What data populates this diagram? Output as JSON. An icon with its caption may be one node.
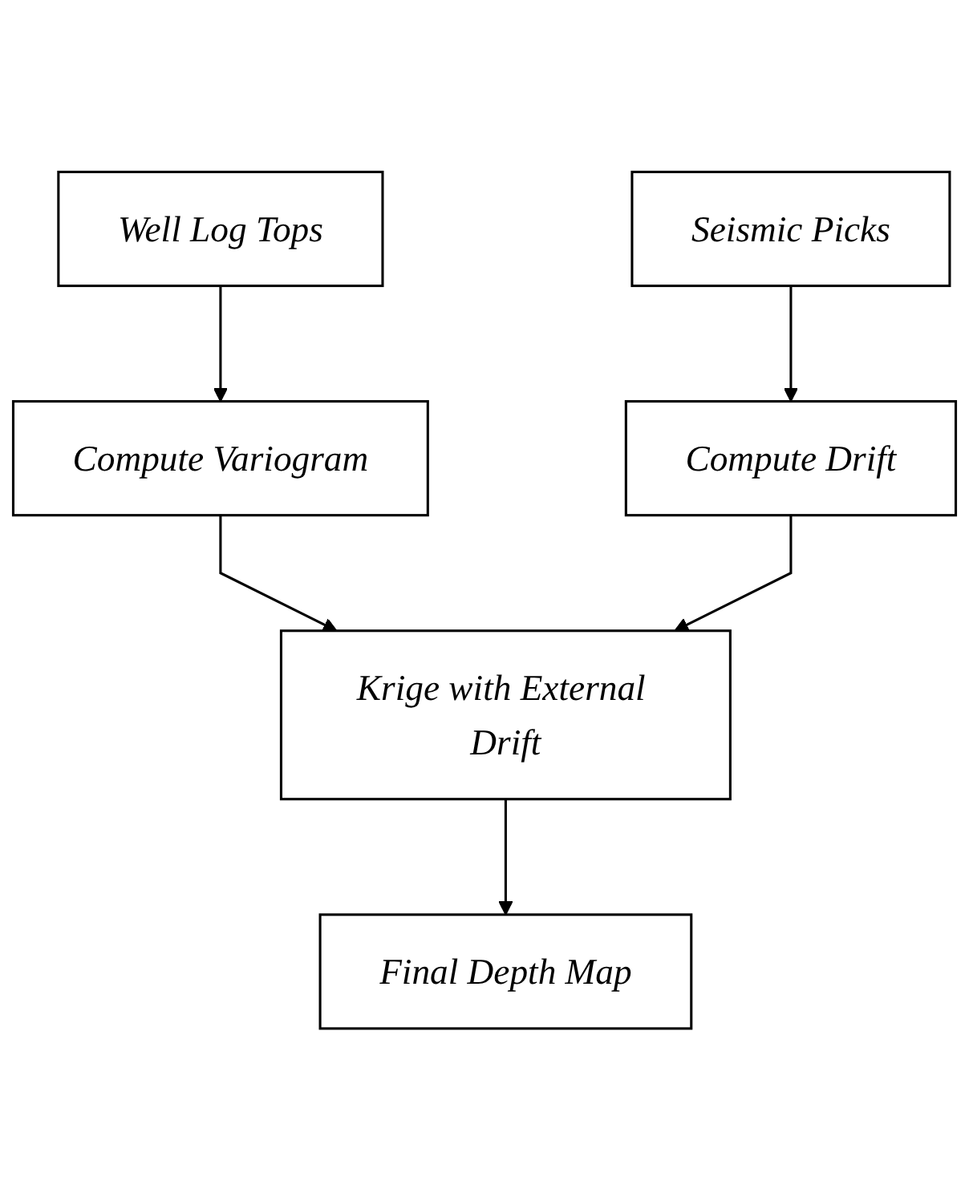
{
  "diagram": {
    "nodes": [
      {
        "text": [
          "Well Log Tops"
        ]
      },
      {
        "text": [
          "Seismic Picks"
        ]
      },
      {
        "text": [
          "Compute Variogram"
        ]
      },
      {
        "text": [
          "Compute Drift"
        ]
      },
      {
        "text": [
          "Krige with External Drift"
        ]
      },
      {
        "text": [
          "Final Depth Map"
        ]
      }
    ],
    "edges": [
      {
        "from": 0,
        "to": 2,
        "arrow": "to"
      },
      {
        "from": 1,
        "to": 3,
        "arrow": "to"
      },
      {
        "from": 2,
        "to": 4,
        "arrow": "to"
      },
      {
        "from": 3,
        "to": 4,
        "arrow": "to"
      },
      {
        "from": 4,
        "to": 5,
        "arrow": "to"
      }
    ]
  }
}
